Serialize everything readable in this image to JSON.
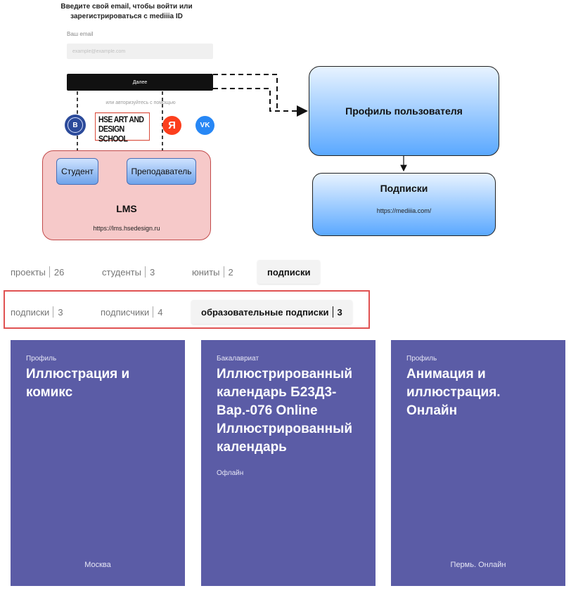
{
  "login": {
    "title": "Введите свой email, чтобы войти или зарегистрироваться с mediiia ID",
    "email_label": "Ваш email",
    "email_placeholder": "example@example.com",
    "next_label": "Далее",
    "alt_auth_text": "или авторизуйтесь с помощью",
    "hse_icon_text": "В",
    "hse_art_logo_text": "HSE ART AND DESIGN SCHOOL",
    "yandex_icon_text": "Я",
    "vk_icon_text": "VK"
  },
  "diagram": {
    "lms": {
      "title": "LMS",
      "url": "https://lms.hsedesign.ru",
      "student_label": "Студент",
      "teacher_label": "Преподаватель"
    },
    "profile": {
      "title": "Профиль пользователя"
    },
    "subscriptions": {
      "title": "Подписки",
      "url": "https://mediiia.com/"
    }
  },
  "tabs": [
    {
      "label": "проекты",
      "count": "26"
    },
    {
      "label": "студенты",
      "count": "3"
    },
    {
      "label": "юниты",
      "count": "2"
    },
    {
      "label": "подписки",
      "count": ""
    }
  ],
  "subtabs": [
    {
      "label": "подписки",
      "count": "3"
    },
    {
      "label": "подписчики",
      "count": "4"
    },
    {
      "label": "образовательные подписки",
      "count": "3"
    }
  ],
  "cards": [
    {
      "kicker": "Профиль",
      "title": "Иллюстрация и комикс",
      "format": "",
      "location": "Москва"
    },
    {
      "kicker": "Бакалавриат",
      "title": "Иллюстрированный календарь Б23Д3-Вар.-076 Online Иллюстрированный календарь",
      "format": "Офлайн",
      "location": ""
    },
    {
      "kicker": "Профиль",
      "title": "Анимация и иллюстрация. Онлайн",
      "format": "",
      "location": "Пермь. Онлайн"
    }
  ],
  "colors": {
    "card_bg": "#5b5ca6",
    "lms_bg": "#f6c9c9",
    "highlight_border": "#e05252",
    "box_gradient_bottom": "#5aa8ff"
  }
}
